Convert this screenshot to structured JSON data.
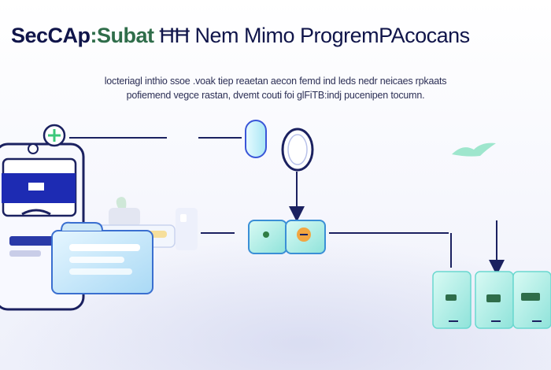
{
  "title": {
    "part1": "SecCAp",
    "part2": ":Subat",
    "part3": "ĦĦ Nem Mimo ProgremPAcocans"
  },
  "subtitle": {
    "line1": "locteriagl inthio ssoe .voak tiep reaetan aecon femd ind leds nedr neicaes rpkaats",
    "line2": "pofiemend vegce rastan, dvemt couti foi glFiTB:indj pucenipen tocumn."
  },
  "icons": {
    "phone": "phone-icon",
    "plus": "plus-icon",
    "chat": "chat-bubble-icon",
    "pill": "capsule-icon",
    "node_a": "process-node-icon",
    "node_b": "process-node-icon",
    "server": "server-rack-icon",
    "bird": "bird-icon"
  },
  "colors": {
    "navy": "#10154a",
    "line": "#1b2160",
    "accent_green": "#3cc87a",
    "aqua": "#bff2ec",
    "teal": "#5fd6cf",
    "blue": "#3a56d8"
  }
}
